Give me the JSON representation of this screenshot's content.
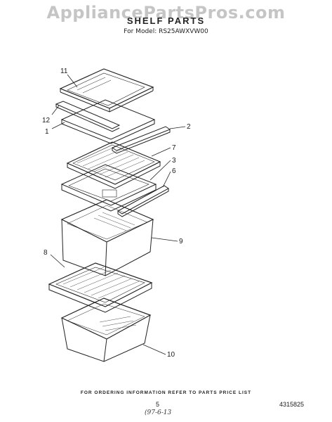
{
  "header": {
    "watermark": "AppliancePartsPros.com",
    "title": "SHELF PARTS",
    "subtitle": "For Model: RS25AWXVW00"
  },
  "callouts": {
    "c11": "11",
    "c12": "12",
    "c1": "1",
    "c2": "2",
    "c7": "7",
    "c3": "3",
    "c6": "6",
    "c9": "9",
    "c8": "8",
    "c10": "10"
  },
  "footer": {
    "note": "FOR ORDERING INFORMATION REFER TO PARTS PRICE LIST",
    "page_number": "5",
    "doc_number": "4315825",
    "handwritten": "(97-6-13"
  }
}
